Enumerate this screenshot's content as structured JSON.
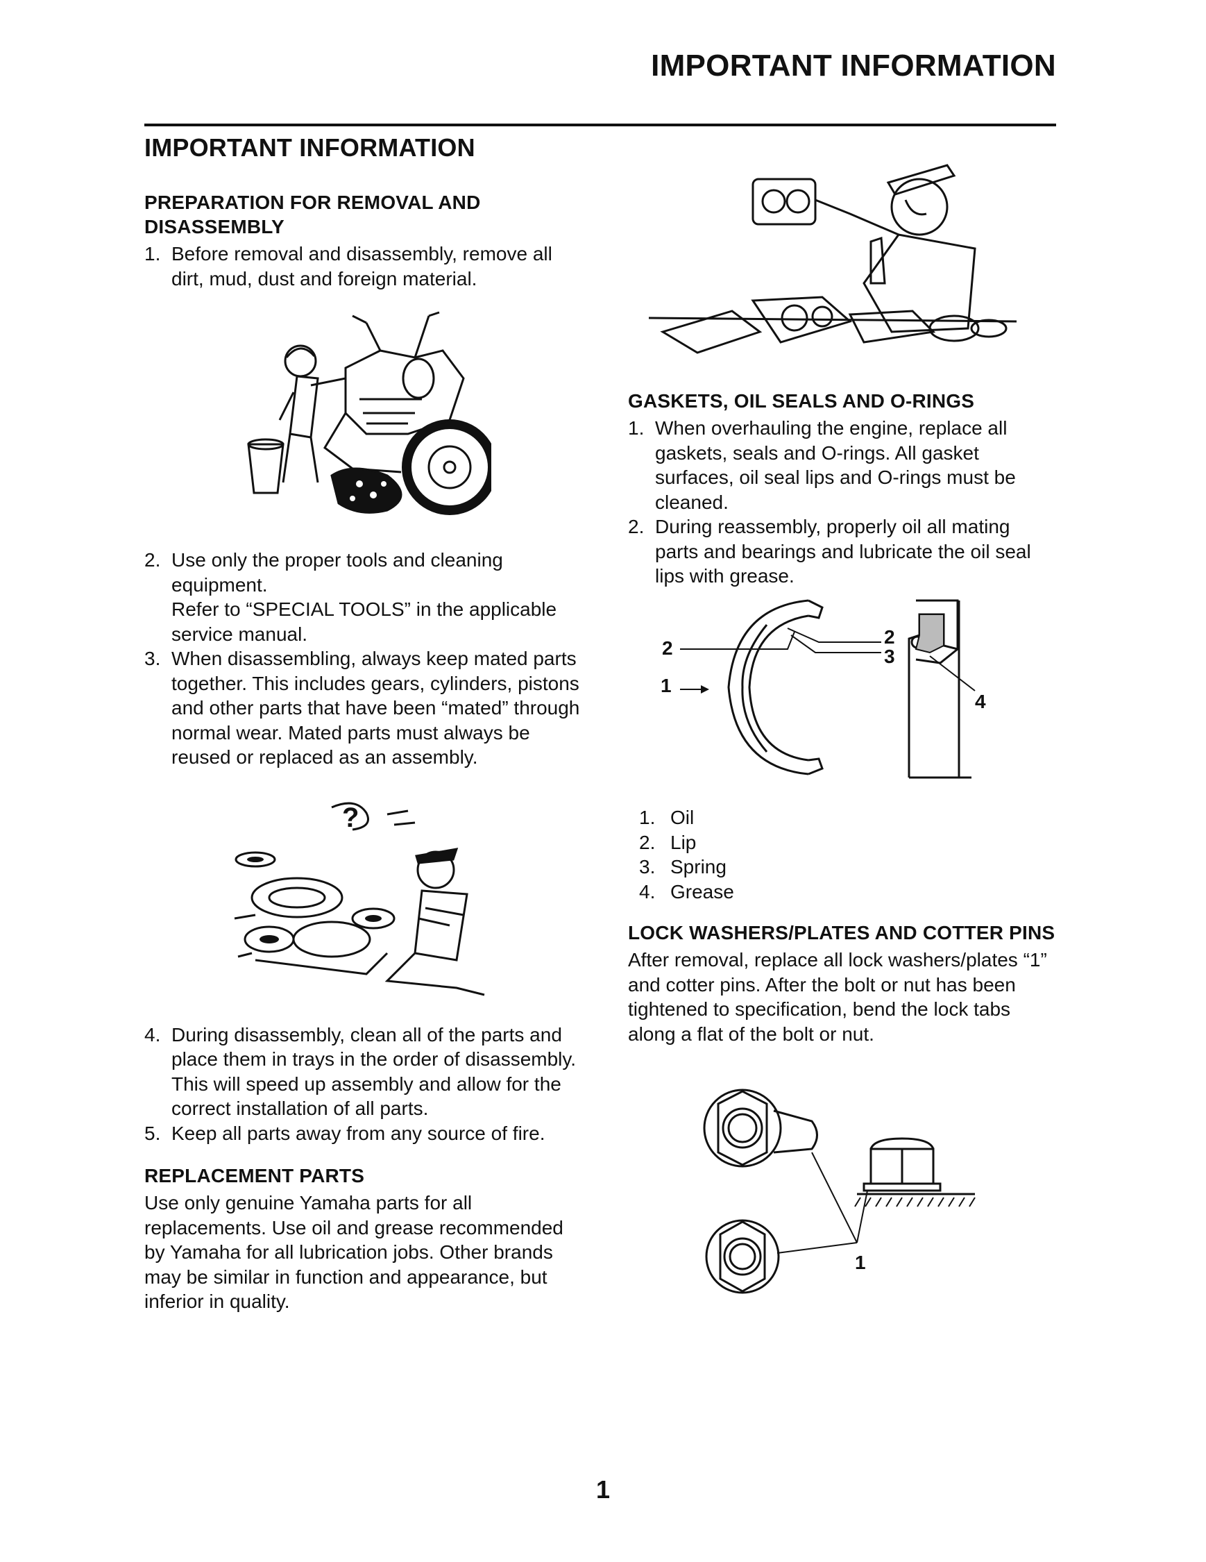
{
  "header": {
    "title": "IMPORTANT INFORMATION"
  },
  "left": {
    "main_title": "IMPORTANT INFORMATION",
    "prep": {
      "heading": "PREPARATION FOR REMOVAL AND DISASSEMBLY",
      "items": [
        {
          "num": "1.",
          "text": "Before removal and disassembly, remove all dirt, mud, dust and foreign material."
        },
        {
          "num": "2.",
          "text": "Use only the proper tools and cleaning equipment.",
          "extra": "Refer to “SPECIAL TOOLS” in the applicable service manual."
        },
        {
          "num": "3.",
          "text": "When disassembling, always keep mated parts together. This includes gears, cylinders, pistons and other parts that have been “mated” through normal wear. Mated parts must always be reused or replaced as an assembly."
        },
        {
          "num": "4.",
          "text": "During disassembly, clean all of the parts and place them in trays in the order of disassembly. This will speed up assembly and allow for the correct installation of all parts."
        },
        {
          "num": "5.",
          "text": "Keep all parts away from any source of fire."
        }
      ]
    },
    "replacement": {
      "heading": "REPLACEMENT PARTS",
      "text": "Use only genuine Yamaha parts for all replacements. Use oil and grease recommended by Yamaha for all lubrication jobs. Other brands may be similar in function and appearance, but inferior in quality."
    }
  },
  "right": {
    "gaskets": {
      "heading": "GASKETS, OIL SEALS AND O-RINGS",
      "items": [
        {
          "num": "1.",
          "text": "When overhauling the engine, replace all gaskets, seals and O-rings. All gasket surfaces, oil seal lips and O-rings must be cleaned."
        },
        {
          "num": "2.",
          "text": "During reassembly, properly oil all mating parts and bearings and lubricate the oil seal lips with grease."
        }
      ]
    },
    "seal_figure": {
      "callouts": [
        "1",
        "2",
        "2",
        "3",
        "4"
      ]
    },
    "legend": [
      {
        "num": "1.",
        "text": "Oil"
      },
      {
        "num": "2.",
        "text": "Lip"
      },
      {
        "num": "3.",
        "text": "Spring"
      },
      {
        "num": "4.",
        "text": "Grease"
      }
    ],
    "lock": {
      "heading": "LOCK WASHERS/PLATES AND COTTER PINS",
      "text": "After removal, replace all lock washers/plates “1” and cotter pins. After the bolt or nut has been tightened to specification, bend the lock tabs along a flat of the bolt or nut."
    },
    "washer_figure": {
      "callout": "1"
    }
  },
  "footer": {
    "page_number": "1"
  }
}
